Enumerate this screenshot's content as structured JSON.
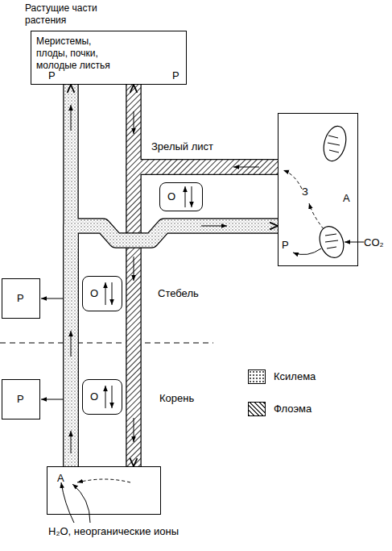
{
  "diagram": {
    "nodes": [
      {
        "text": [
          "Растущие части растения",
          "Меристемы, плоды, почки, молодые листья"
        ]
      },
      {
        "text": [
          "З",
          "А",
          "Р"
        ]
      },
      {
        "text": [
          "О"
        ]
      },
      {
        "text": [
          "Р"
        ]
      },
      {
        "text": [
          "О"
        ]
      },
      {
        "text": [
          "Р"
        ]
      },
      {
        "text": [
          "О"
        ]
      },
      {
        "text": [
          "А"
        ]
      }
    ],
    "edges": [
      {
        "from": 7,
        "to": 0,
        "arrow": "to"
      },
      {
        "from": 7,
        "to": 1,
        "arrow": "to"
      },
      {
        "from": 1,
        "to": 0,
        "arrow": "to"
      },
      {
        "from": 1,
        "to": 7,
        "arrow": "to"
      }
    ],
    "labels": [
      "Р",
      "Р",
      "Зрелый лист",
      "CO₂",
      "Стебель",
      "Корень",
      "H₂O, неорганические ионы"
    ],
    "legend": [
      {
        "text": "Ксилема"
      },
      {
        "text": "Флоэма"
      }
    ]
  }
}
